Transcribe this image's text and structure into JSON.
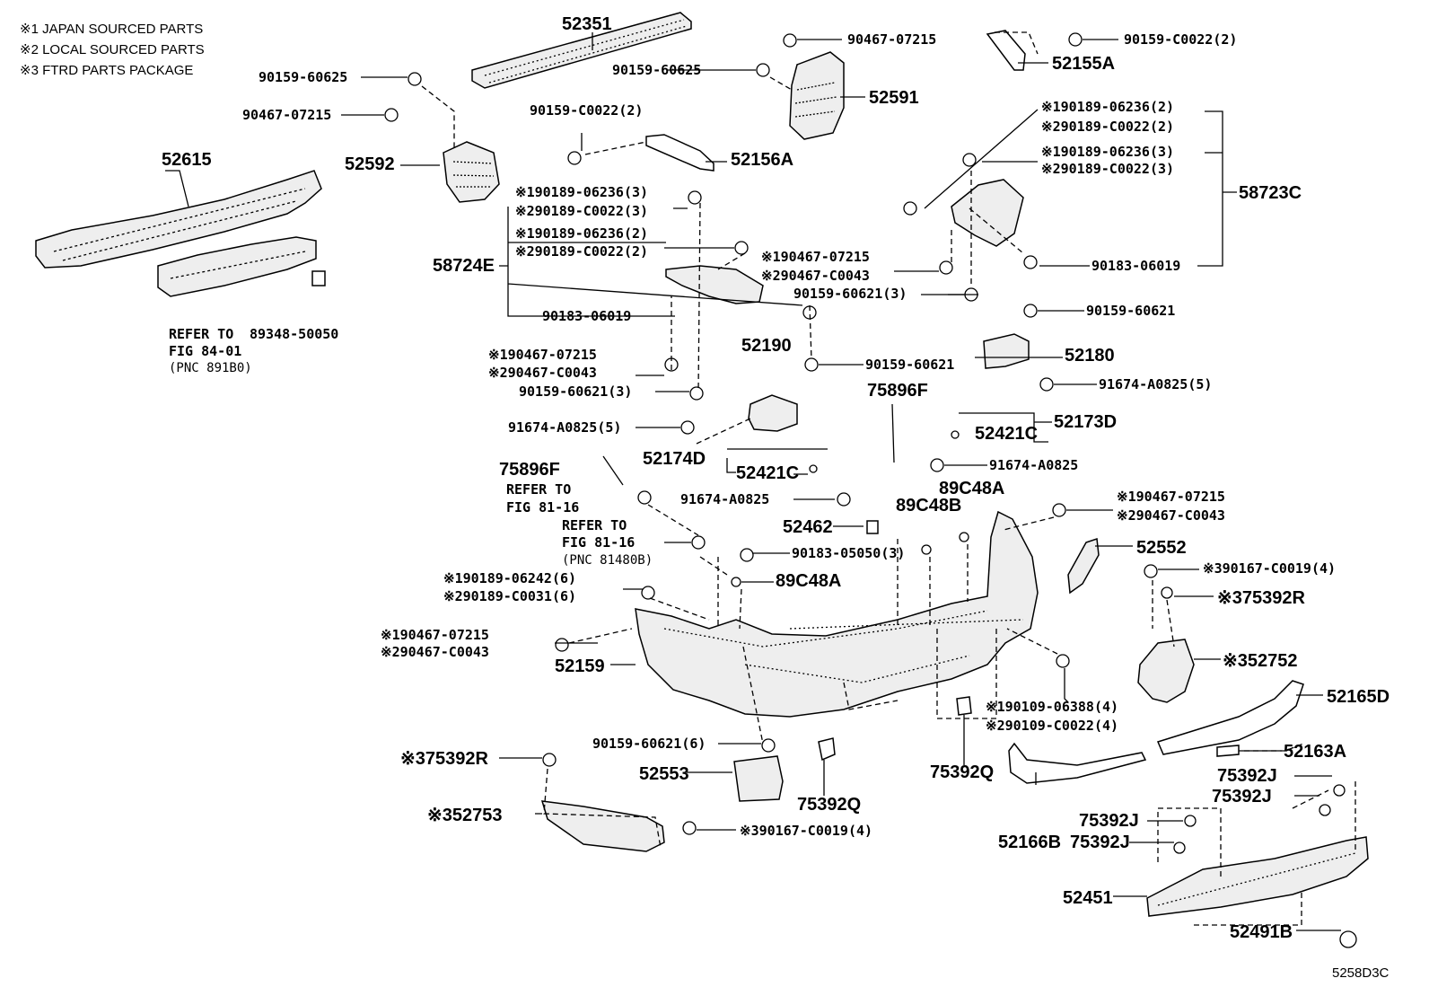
{
  "legend": [
    "※1 JAPAN SOURCED PARTS",
    "※2 LOCAL SOURCED PARTS",
    "※3 FTRD PARTS PACKAGE"
  ],
  "labels": {
    "p52351": "52351",
    "p90467_07215_a": "90467-07215",
    "p90159_C0022_2a": "90159-C0022(2)",
    "p90159_60625_a": "90159-60625",
    "p90159_60625_b": "90159-60625",
    "p52155A": "52155A",
    "p52591": "52591",
    "p90467_07215_b": "90467-07215",
    "p52615": "52615",
    "p52592": "52592",
    "p90159_C0022_2b": "90159-C0022(2)",
    "p52156A": "52156A",
    "r_58723C_1": "※190189-06236(2)",
    "r_58723C_2": "※290189-C0022(2)",
    "r_58723C_3": "※190189-06236(3)",
    "r_58723C_4": "※290189-C0022(3)",
    "p58723C": "58723C",
    "l_58724E_1": "※190189-06236(3)",
    "l_58724E_2": "※290189-C0022(3)",
    "l_58724E_3": "※190189-06236(2)",
    "l_58724E_4": "※290189-C0022(2)",
    "p58724E": "58724E",
    "m_90467_a": "※190467-07215",
    "m_90467_b": "※290467-C0043",
    "p90183_06019_a": "90183-06019",
    "p90159_60621_3a": "90159-60621(3)",
    "p90183_06019_b": "90183-06019",
    "p90159_60621_a": "90159-60621",
    "refer_84_1": "REFER TO",
    "refer_84_2": "FIG 84-01",
    "refer_84_3": "(PNC 891B0)",
    "p89348_50050": "89348-50050",
    "p52190": "52190",
    "p52180": "52180",
    "l2_90467_a": "※190467-07215",
    "l2_90467_b": "※290467-C0043",
    "p90159_60621_b": "90159-60621",
    "p90159_60621_3b": "90159-60621(3)",
    "p91674_A0825_5a": "91674-A0825(5)",
    "p75896F_a": "75896F",
    "p91674_A0825_5b": "91674-A0825(5)",
    "p52421C_a": "52421C",
    "p52173D": "52173D",
    "p52174D": "52174D",
    "p52421C_b": "52421C",
    "p75896F_b": "75896F",
    "p91674_A0825_a": "91674-A0825",
    "p91674_A0825_b": "91674-A0825",
    "refer_81_1": "REFER TO",
    "refer_81_2": "FIG 81-16",
    "refer_81b_1": "REFER TO",
    "refer_81b_2": "FIG 81-16",
    "refer_81b_3": "(PNC 81480B)",
    "p89C48A_a": "89C48A",
    "p89C48B": "89C48B",
    "p52462": "52462",
    "rr_90467_a": "※190467-07215",
    "rr_90467_b": "※290467-C0043",
    "p90183_05050_3": "90183-05050(3)",
    "p52552": "52552",
    "p90167_C0019_4a": "※390167-C0019(4)",
    "p75392R_a": "※375392R",
    "p89C48A_b": "89C48A",
    "ll_90189_a": "※190189-06242(6)",
    "ll_90189_b": "※290189-C0031(6)",
    "ll_90467_a": "※190467-07215",
    "ll_90467_b": "※290467-C0043",
    "p52159": "52159",
    "p52752": "※352752",
    "p52165D": "52165D",
    "p90109_a": "※190109-06388(4)",
    "p90109_b": "※290109-C0022(4)",
    "p52163A": "52163A",
    "p90159_60621_6": "90159-60621(6)",
    "p75392R_b": "※375392R",
    "p52553": "52553",
    "p75392Q_a": "75392Q",
    "p75392Q_b": "75392Q",
    "p75392J_a": "75392J",
    "p75392J_b": "75392J",
    "p52753": "※352753",
    "p90167_C0019_4b": "※390167-C0019(4)",
    "p75392J_c": "75392J",
    "p52166B": "52166B",
    "p75392J_d": "75392J",
    "p52451": "52451",
    "p52491B": "52491B",
    "diagram_id": "5258D3C"
  }
}
